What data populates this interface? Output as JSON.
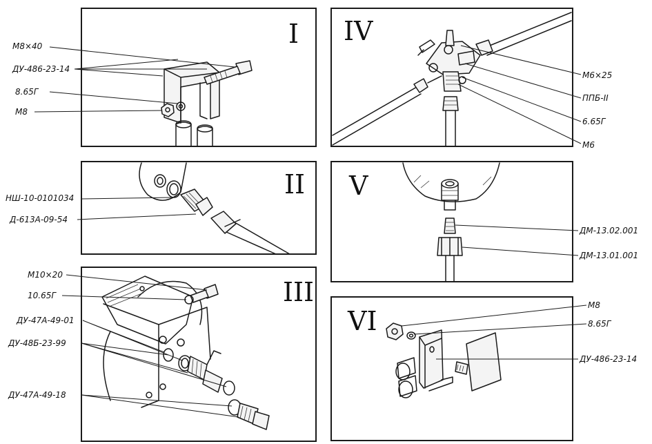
{
  "panels": {
    "I": {
      "numeral": "I",
      "labels": [
        "М8×40",
        "ДУ-486-23-14",
        "8.65Г",
        "М8"
      ]
    },
    "II": {
      "numeral": "II",
      "labels": [
        "НШ-10-0101034",
        "Д-613А-09-54"
      ]
    },
    "III": {
      "numeral": "III",
      "labels": [
        "М10×20",
        "10.65Г",
        "ДУ-47А-49-01",
        "ДУ-48Б-23-99",
        "ДУ-47А-49-18"
      ]
    },
    "IV": {
      "numeral": "IV",
      "labels": [
        "М6×25",
        "ППБ-II",
        "6.65Г",
        "М6"
      ]
    },
    "V": {
      "numeral": "V",
      "labels": [
        "ДМ-13.02.001",
        "ДМ-13.01.001"
      ]
    },
    "VI": {
      "numeral": "VI",
      "labels": [
        "М8",
        "8.65Г",
        "ДУ-486-23-14"
      ]
    }
  }
}
